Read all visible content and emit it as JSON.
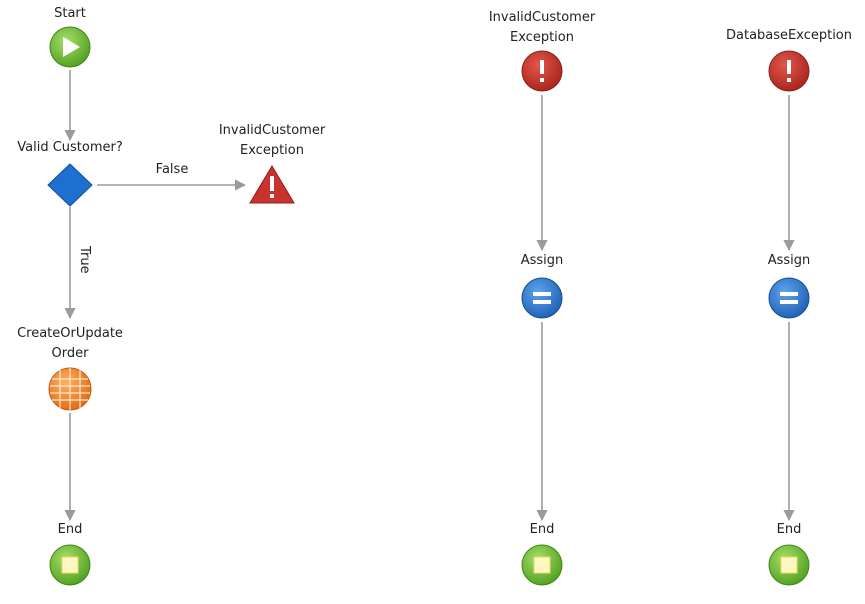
{
  "colors": {
    "start_green": "#5fb52a",
    "end_green": "#6cc12f",
    "raise_red": "#c8342b",
    "assign_blue": "#2f7fd6",
    "decision_blue": "#1d6fd0",
    "aggregate_orange": "#f07a21",
    "connector": "#9b9b9b"
  },
  "flows": [
    {
      "start_label": "Start",
      "decision_label": "Valid Customer?",
      "false_label": "False",
      "true_label": "True",
      "exception_label_1": "InvalidCustomer",
      "exception_label_2": "Exception",
      "action_label_1": "CreateOrUpdate",
      "action_label_2": "Order",
      "end_label": "End"
    },
    {
      "handler_label_1": "InvalidCustomer",
      "handler_label_2": "Exception",
      "assign_label": "Assign",
      "end_label": "End"
    },
    {
      "handler_label": "DatabaseException",
      "assign_label": "Assign",
      "end_label": "End"
    }
  ]
}
